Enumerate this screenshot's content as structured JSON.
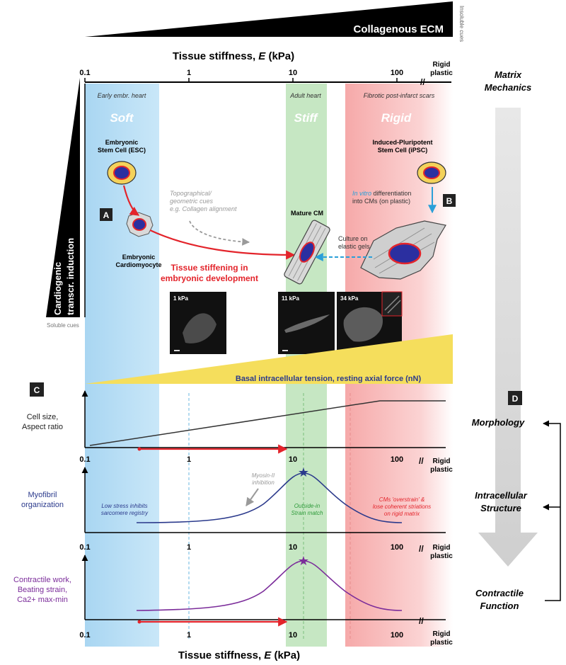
{
  "top_wedge": {
    "label": "Collagenous ECM",
    "side_label": "Insoluble cues"
  },
  "axis": {
    "title_prefix": "Tissue stiffness, ",
    "title_var": "E",
    "title_suffix": " (kPa)",
    "ticks": [
      "0.1",
      "1",
      "10",
      "100"
    ],
    "rigid_label_1": "Rigid",
    "rigid_label_2": "plastic"
  },
  "left_wedge": {
    "label_1": "Cardiogenic",
    "label_2": "transcr. induction",
    "bottom_label": "Soluble cues"
  },
  "zones": {
    "soft": {
      "caption": "Early embr. heart",
      "name": "Soft",
      "color": "#bfe1f5"
    },
    "stiff": {
      "caption": "Adult heart",
      "name": "Stiff",
      "color": "#c6e7c3"
    },
    "rigid": {
      "caption": "Fibrotic post-infarct scars",
      "name": "Rigid",
      "color": "#f7bcbc"
    }
  },
  "cells": {
    "esc_1": "Embryonic",
    "esc_2": "Stem Cell (ESC)",
    "ipsc_1": "Induced-Pluripotent",
    "ipsc_2": "Stem Cell (iPSC)",
    "embryonic_cm_1": "Embryonic",
    "embryonic_cm_2": "Cardiomyocyte",
    "mature_cm": "Mature CM"
  },
  "annotations": {
    "topo_1": "Topographical/",
    "topo_2": "geometric cues",
    "topo_3": "e.g. Collagen alignment",
    "invitro_italic": "In vitro",
    "invitro_rest": " differentiation",
    "invitro_2": "into CMs (on plastic)",
    "culture_1": "Culture on",
    "culture_2": "elastic gels",
    "stiffening_1": "Tissue stiffening in",
    "stiffening_2": "embryonic development"
  },
  "panel_labels": {
    "a": "A",
    "b": "B",
    "c": "C",
    "d": "D"
  },
  "micrographs": [
    "1 kPa",
    "11 kPa",
    "34 kPa"
  ],
  "tension_label": "Basal intracellular tension, resting axial force (nN)",
  "right_column": {
    "matrix_1": "Matrix",
    "matrix_2": "Mechanics",
    "morphology": "Morphology",
    "structure_1": "Intracellular",
    "structure_2": "Structure",
    "function_1": "Contractile",
    "function_2": "Function"
  },
  "panels": {
    "size": {
      "label_1": "Cell size,",
      "label_2": "Aspect ratio"
    },
    "myofibril": {
      "label_1": "Myofibril",
      "label_2": "organization",
      "note_low_1": "Low stress inhibits",
      "note_low_2": "sarcomere registry",
      "note_myosin_1": "Myosin-II",
      "note_myosin_2": "inhibition",
      "note_match_1": "Outside-in",
      "note_match_2": "Strain match",
      "note_over_1": "CMs 'overstrain' &",
      "note_over_2": "lose coherent striations",
      "note_over_3": "on rigid matrix"
    },
    "contractile": {
      "label_1": "Contractile work,",
      "label_2": "Beating strain,",
      "label_3": "Ca2+ max-min"
    }
  },
  "colors": {
    "red": "#e3242b",
    "blue": "#2b3a8c",
    "purple": "#7b2c9a",
    "green_text": "#2e9a3a",
    "cyan": "#2a9fd8"
  }
}
